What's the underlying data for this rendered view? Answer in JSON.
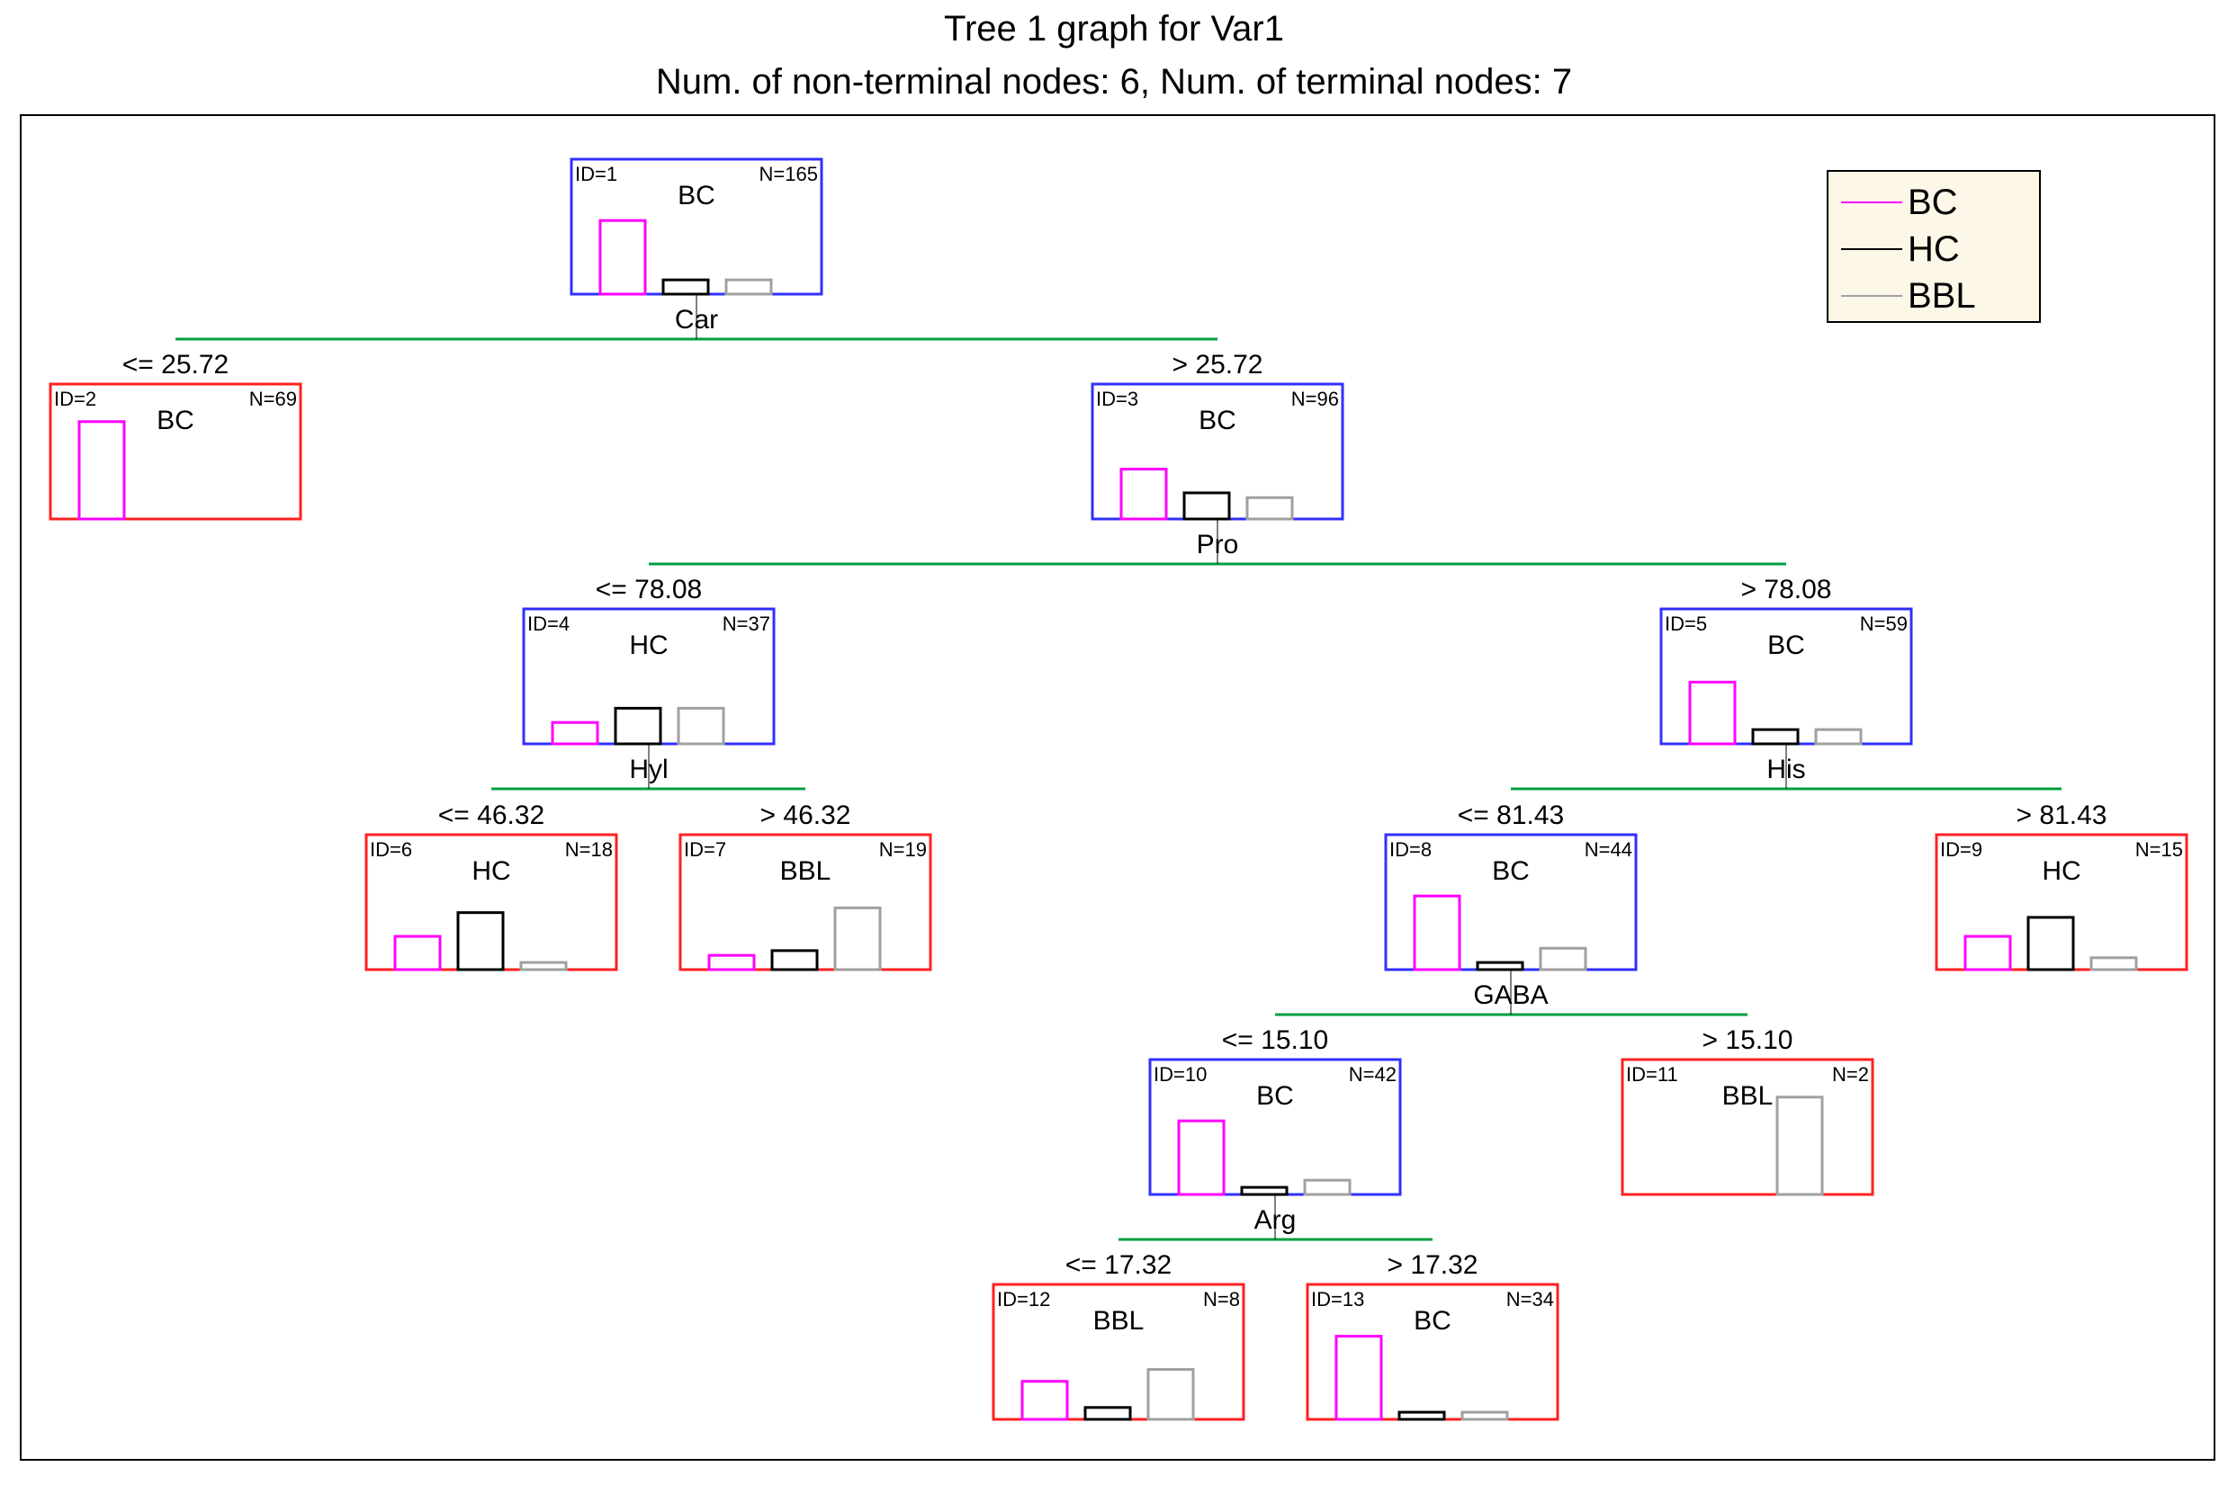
{
  "title": "Tree 1 graph for Var1",
  "subtitle": "Num. of non-terminal nodes: 6,  Num. of terminal nodes: 7",
  "colors": {
    "BC": "#ff00ff",
    "HC": "#000000",
    "BBL": "#a0a0a0",
    "non_terminal_border": "#3030ff",
    "terminal_border": "#ff2020",
    "split_line": "#00a040",
    "legend_bg": "#fdf7e8"
  },
  "legend": [
    {
      "label": "BC",
      "color": "#ff00ff"
    },
    {
      "label": "HC",
      "color": "#000000"
    },
    {
      "label": "BBL",
      "color": "#a0a0a0"
    }
  ],
  "classes": [
    "BC",
    "HC",
    "BBL"
  ],
  "nodes": [
    {
      "id": "ID=1",
      "n": "N=165",
      "label": "BC",
      "terminal": false,
      "bars": [
        0.62,
        0.12,
        0.12
      ],
      "split_var": "Car",
      "left_cond": "<= 25.72",
      "right_cond": "> 25.72"
    },
    {
      "id": "ID=2",
      "n": "N=69",
      "label": "BC",
      "terminal": true,
      "bars": [
        0.82,
        0.0,
        0.0
      ]
    },
    {
      "id": "ID=3",
      "n": "N=96",
      "label": "BC",
      "terminal": false,
      "bars": [
        0.42,
        0.22,
        0.18
      ],
      "split_var": "Pro",
      "left_cond": "<= 78.08",
      "right_cond": "> 78.08"
    },
    {
      "id": "ID=4",
      "n": "N=37",
      "label": "HC",
      "terminal": false,
      "bars": [
        0.18,
        0.3,
        0.3
      ],
      "split_var": "Hyl",
      "left_cond": "<= 46.32",
      "right_cond": "> 46.32"
    },
    {
      "id": "ID=5",
      "n": "N=59",
      "label": "BC",
      "terminal": false,
      "bars": [
        0.52,
        0.12,
        0.12
      ],
      "split_var": "His",
      "left_cond": "<= 81.43",
      "right_cond": "> 81.43"
    },
    {
      "id": "ID=6",
      "n": "N=18",
      "label": "HC",
      "terminal": true,
      "bars": [
        0.28,
        0.48,
        0.06
      ]
    },
    {
      "id": "ID=7",
      "n": "N=19",
      "label": "BBL",
      "terminal": true,
      "bars": [
        0.12,
        0.16,
        0.52
      ]
    },
    {
      "id": "ID=8",
      "n": "N=44",
      "label": "BC",
      "terminal": false,
      "bars": [
        0.62,
        0.06,
        0.18
      ],
      "split_var": "GABA",
      "left_cond": "<= 15.10",
      "right_cond": "> 15.10"
    },
    {
      "id": "ID=9",
      "n": "N=15",
      "label": "HC",
      "terminal": true,
      "bars": [
        0.28,
        0.44,
        0.1
      ]
    },
    {
      "id": "ID=10",
      "n": "N=42",
      "label": "BC",
      "terminal": false,
      "bars": [
        0.62,
        0.06,
        0.12
      ],
      "split_var": "Arg",
      "left_cond": "<= 17.32",
      "right_cond": "> 17.32"
    },
    {
      "id": "ID=11",
      "n": "N=2",
      "label": "BBL",
      "terminal": true,
      "bars": [
        0.0,
        0.0,
        0.82
      ]
    },
    {
      "id": "ID=12",
      "n": "N=8",
      "label": "BBL",
      "terminal": true,
      "bars": [
        0.32,
        0.1,
        0.42
      ]
    },
    {
      "id": "ID=13",
      "n": "N=34",
      "label": "BC",
      "terminal": true,
      "bars": [
        0.7,
        0.06,
        0.06
      ]
    }
  ],
  "edges": [
    {
      "parent": "ID=1",
      "left": "ID=2",
      "right": "ID=3"
    },
    {
      "parent": "ID=3",
      "left": "ID=4",
      "right": "ID=5"
    },
    {
      "parent": "ID=4",
      "left": "ID=6",
      "right": "ID=7"
    },
    {
      "parent": "ID=5",
      "left": "ID=8",
      "right": "ID=9"
    },
    {
      "parent": "ID=8",
      "left": "ID=10",
      "right": "ID=11"
    },
    {
      "parent": "ID=10",
      "left": "ID=12",
      "right": "ID=13"
    }
  ]
}
